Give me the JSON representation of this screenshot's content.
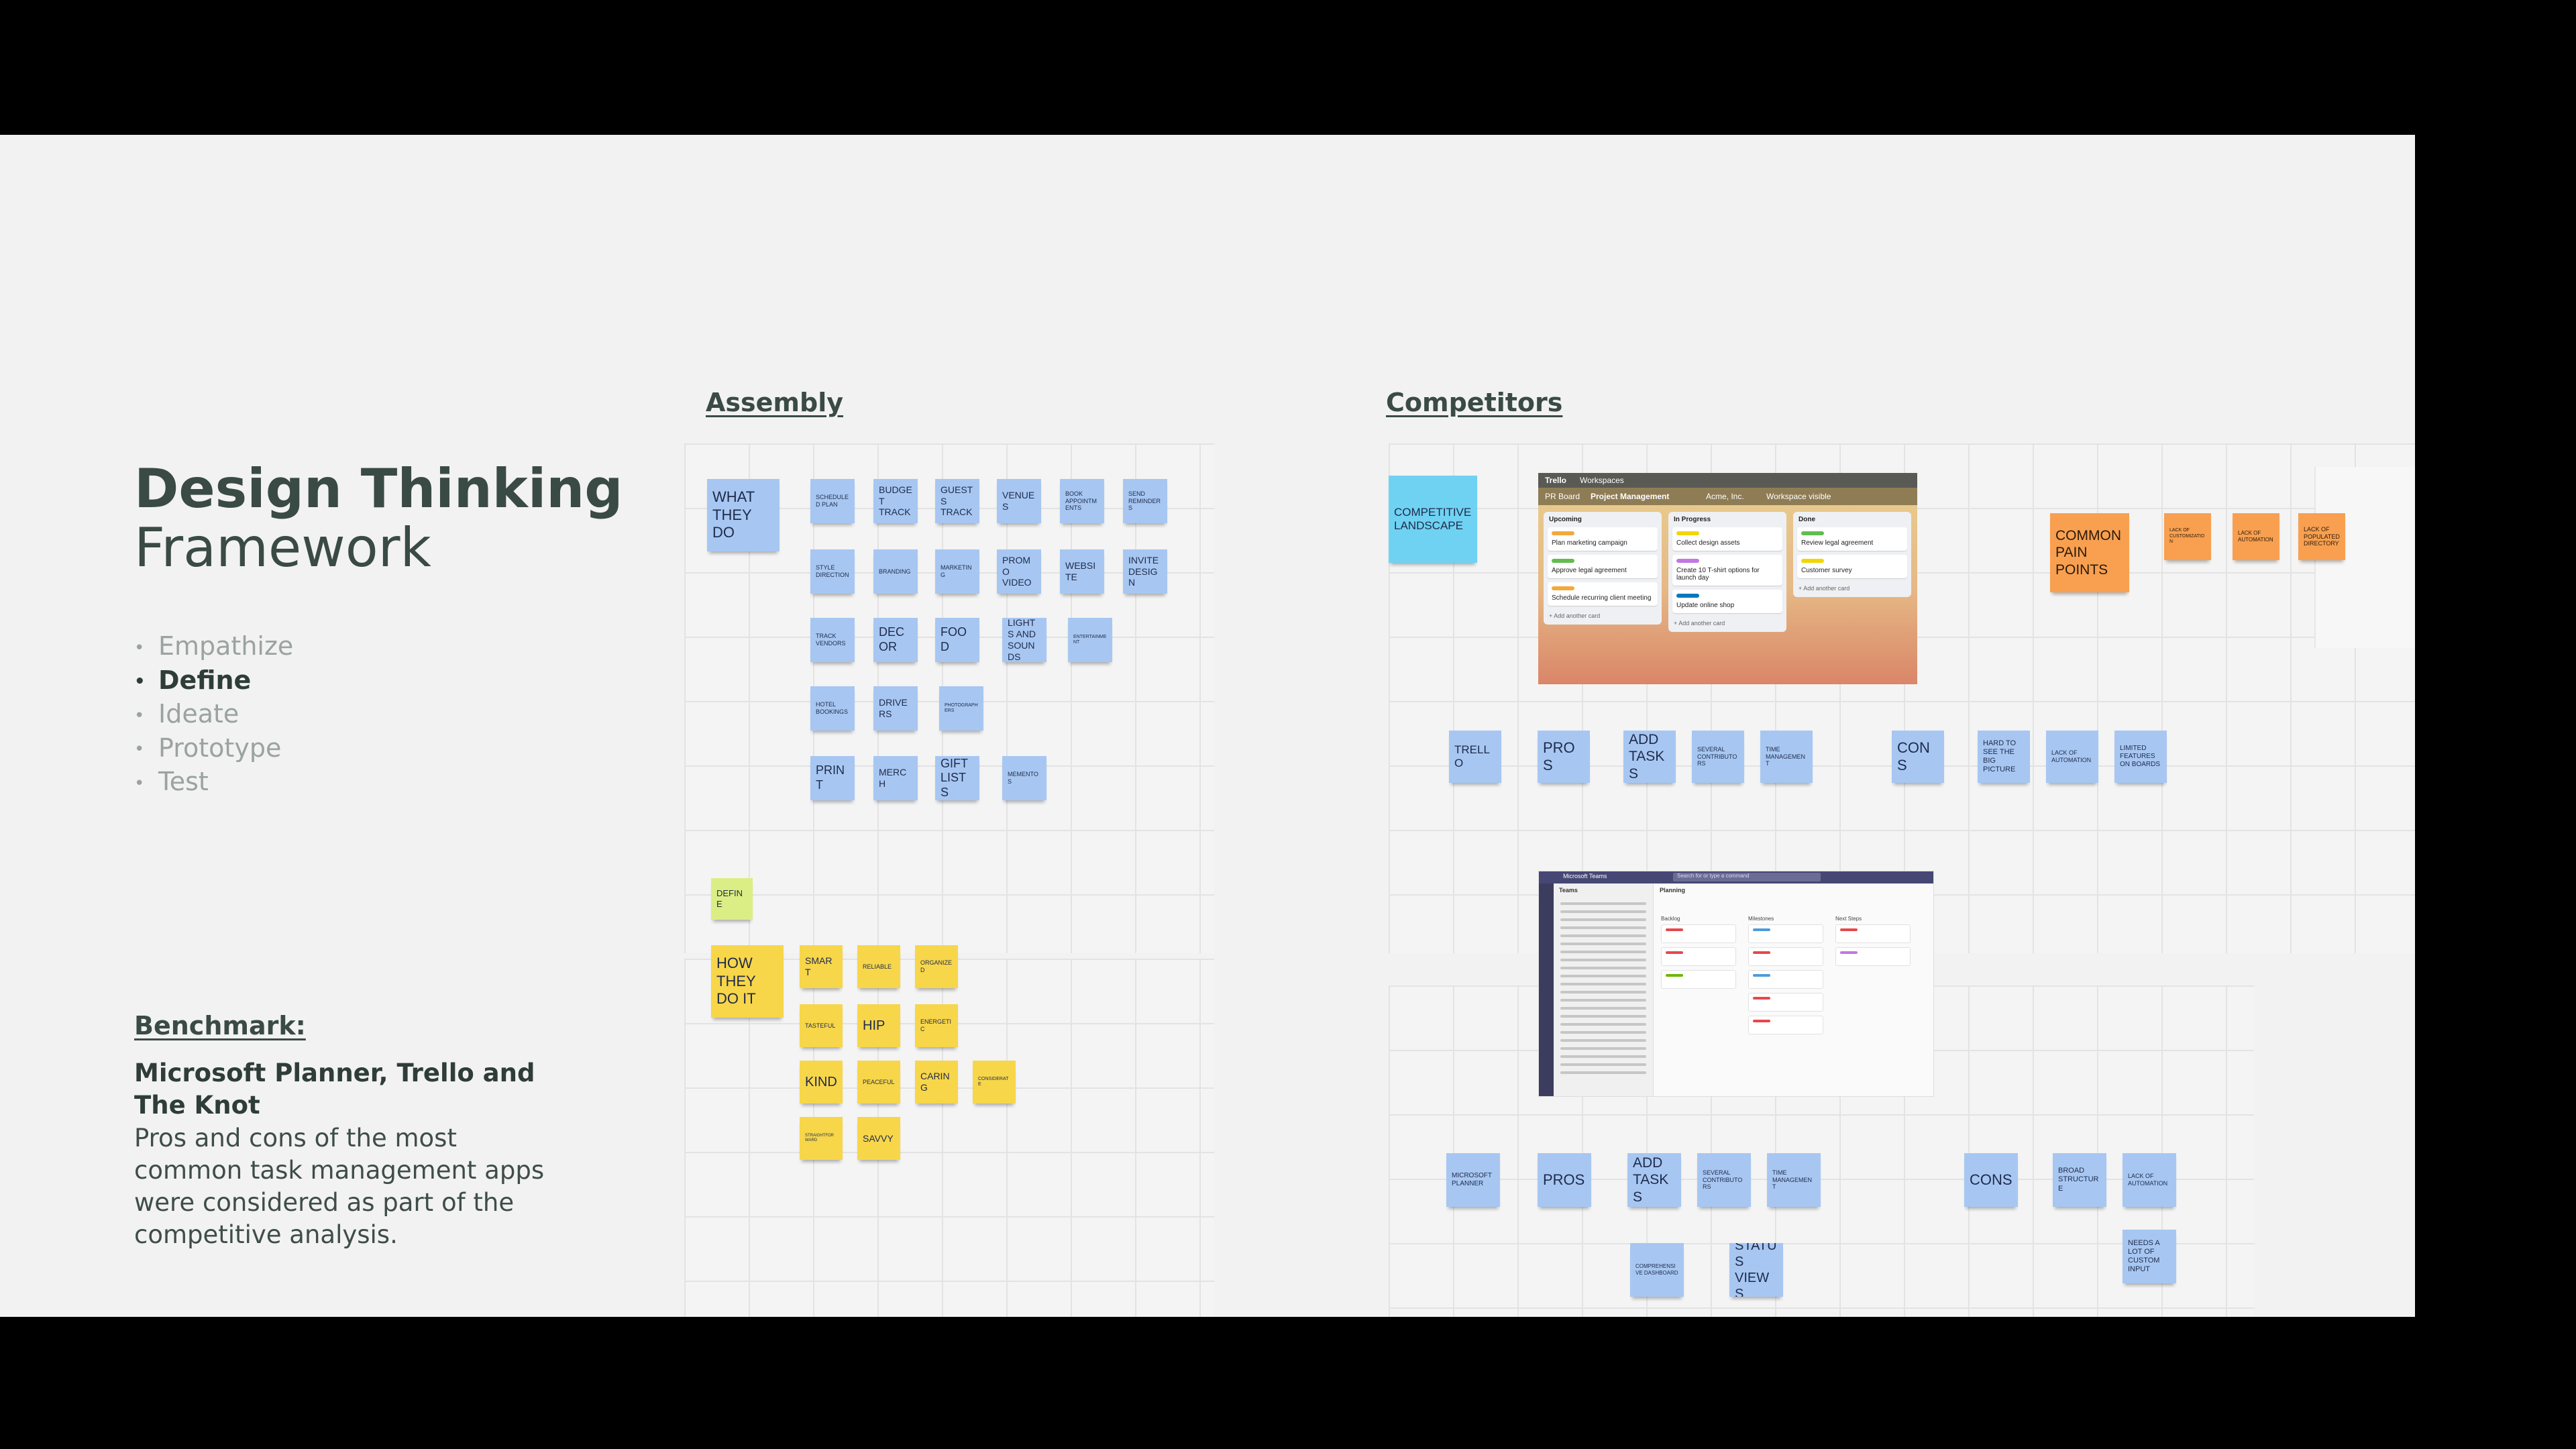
{
  "title": {
    "bold": "Design Thinking",
    "light": "Framework"
  },
  "steps": [
    {
      "label": "Empathize",
      "active": false
    },
    {
      "label": "Define",
      "active": true
    },
    {
      "label": "Ideate",
      "active": false
    },
    {
      "label": "Prototype",
      "active": false
    },
    {
      "label": "Test",
      "active": false
    }
  ],
  "benchmark": {
    "heading": "Benchmark:",
    "subheading": "Microsoft Planner, Trello and The Knot",
    "body": "Pros and cons of the most common task management apps were considered as part of the competitive analysis."
  },
  "sections": {
    "assembly": "Assembly",
    "competitors": "Competitors"
  },
  "assembly_what": [
    "WHAT THEY DO",
    "SCHEDULED PLAN",
    "BUDGET TRACK",
    "GUESTS TRACK",
    "VENUES",
    "BOOK APPOINTMENTS",
    "SEND REMINDERS",
    "STYLE DIRECTION",
    "BRANDING",
    "MARKETING",
    "PROMO VIDEO",
    "WEBSITE",
    "INVITE DESIGN",
    "TRACK VENDORS",
    "DECOR",
    "FOOD",
    "LIGHTS AND SOUNDS",
    "ENTERTAINMENT",
    "HOTEL BOOKINGS",
    "DRIVERS",
    "PHOTOGRAPHERS",
    "PRINT",
    "MERCH",
    "GIFT LISTS",
    "MEMENTOS"
  ],
  "assembly_how": [
    "DEFINE",
    "HOW THEY DO IT",
    "SMART",
    "RELIABLE",
    "ORGANIZED",
    "TASTEFUL",
    "HIP",
    "ENERGETIC",
    "KIND",
    "PEACEFUL",
    "CARING",
    "CONSIDERATE",
    "STRAIGHTFORWARD",
    "SAVVY"
  ],
  "trello_notes": [
    "COMPETITIVE LANDSCAPE",
    "COMMON PAIN POINTS",
    "LACK OF CUSTOMIZATION",
    "LACK OF AUTOMATION",
    "LACK OF POPULATED DIRECTORY",
    "TRELLO",
    "PROS",
    "ADD TASKS",
    "SEVERAL CONTRIBUTORS",
    "TIME MANAGEMENT",
    "CONS",
    "HARD TO SEE THE BIG PICTURE",
    "LACK OF AUTOMATION",
    "LIMITED FEATURES ON BOARDS"
  ],
  "planner_notes": [
    "MICROSOFT PLANNER",
    "PROS",
    "ADD TASKS",
    "SEVERAL CONTRIBUTORS",
    "TIME MANAGEMENT",
    "CONS",
    "BROAD STRUCTURE",
    "LACK OF AUTOMATION",
    "COMPREHENSIVE DASHBOARD",
    "STATUS VIEWS",
    "NEEDS A LOT OF CUSTOM INPUT"
  ],
  "trello_screenshot": {
    "brand": "Trello",
    "workspaces": "Workspaces",
    "board_switch": "PR Board",
    "board_title": "Project Management",
    "workspace_name": "Acme, Inc.",
    "visibility": "Workspace visible",
    "columns": [
      {
        "title": "Upcoming",
        "cards": [
          "Plan marketing campaign",
          "Approve legal agreement",
          "Schedule recurring client meeting"
        ],
        "add": "+ Add another card"
      },
      {
        "title": "In Progress",
        "cards": [
          "Collect design assets",
          "Create 10 T-shirt options for launch day",
          "Update online shop"
        ],
        "add": "+ Add another card"
      },
      {
        "title": "Done",
        "cards": [
          "Review legal agreement",
          "Customer survey"
        ],
        "add": "+ Add another card"
      }
    ]
  },
  "teams_screenshot": {
    "app": "Microsoft Teams",
    "search": "Search for or type a command",
    "nav_title": "Teams",
    "plan_title": "Planning",
    "lanes": [
      "Backlog",
      "Milestones",
      "Next Steps"
    ]
  },
  "colors": {
    "blue": "#a7c7f2",
    "yellow": "#f7d64a",
    "orange": "#f8a050",
    "cyan": "#6fd2f2",
    "green": "#dbee85",
    "title": "#3a4a44"
  }
}
